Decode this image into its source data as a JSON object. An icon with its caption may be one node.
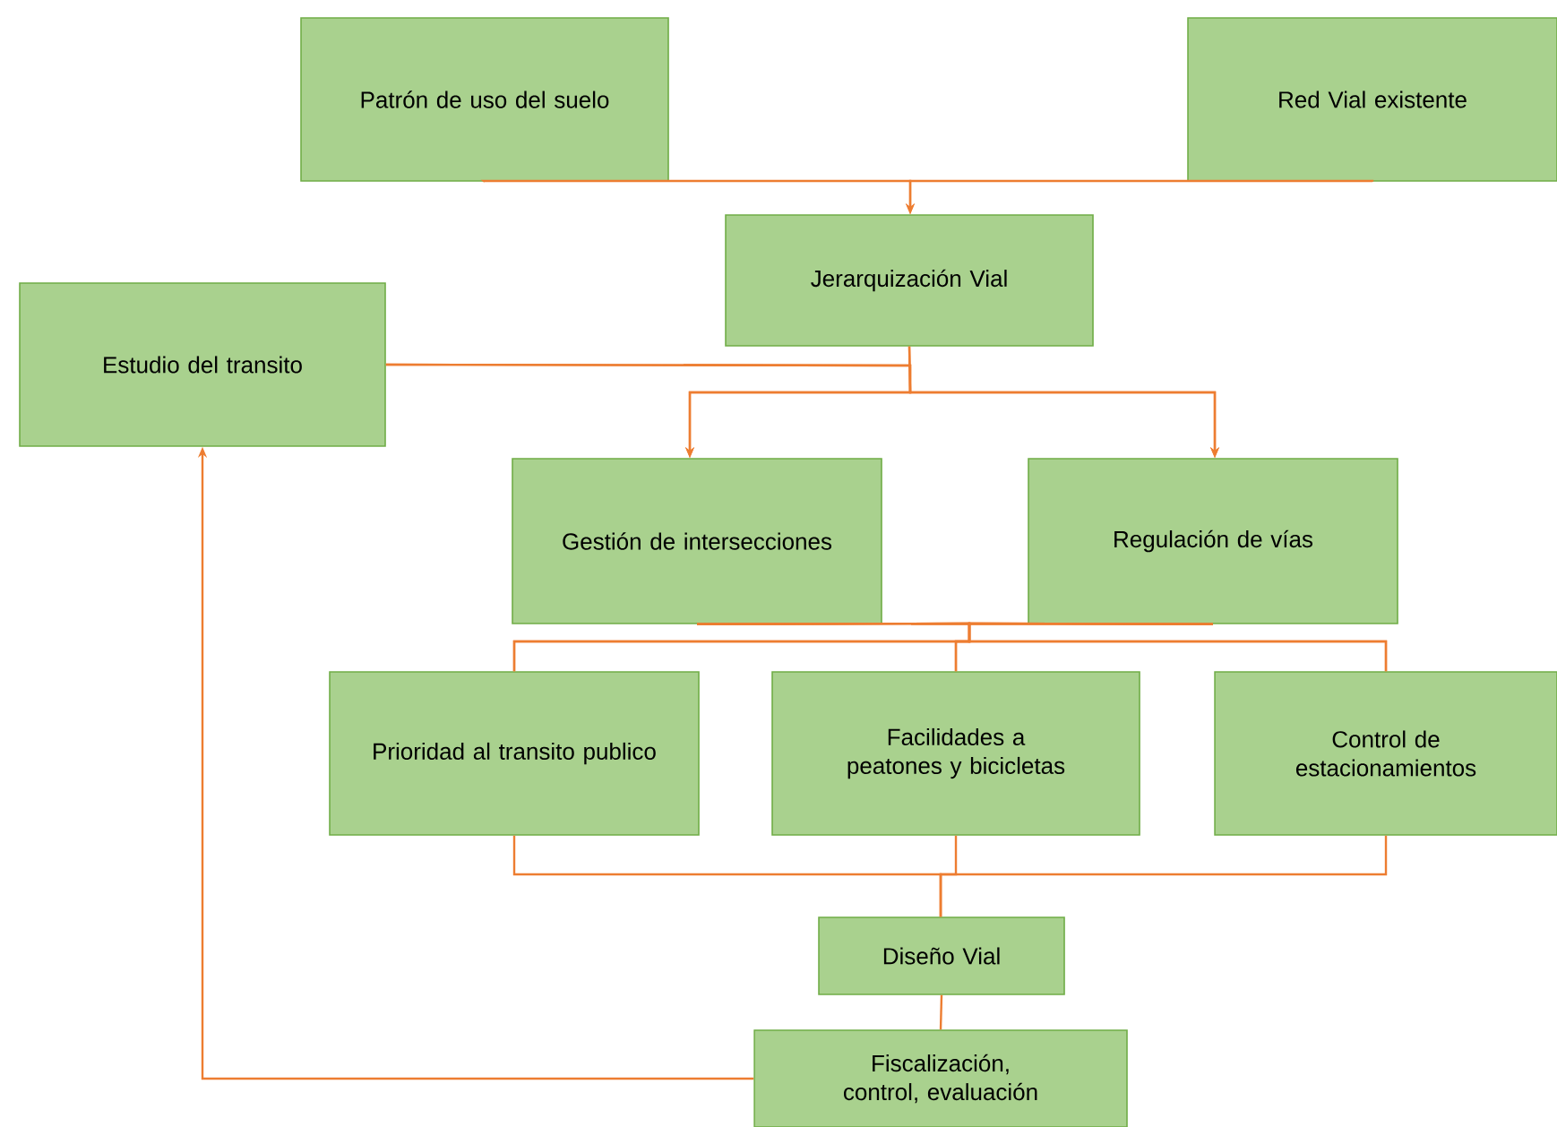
{
  "diagram": {
    "nodes": [
      {
        "text": [
          "Patrón de uso del suelo"
        ]
      },
      {
        "text": [
          "Red Vial existente"
        ]
      },
      {
        "text": [
          "Jerarquización Vial"
        ]
      },
      {
        "text": [
          "Estudio del transito"
        ]
      },
      {
        "text": [
          "Gestión de intersecciones"
        ]
      },
      {
        "text": [
          "Regulación de vías"
        ]
      },
      {
        "text": [
          "Prioridad al transito publico"
        ]
      },
      {
        "text": [
          "Facilidades a peatones y bicicletas"
        ]
      },
      {
        "text": [
          "Control de estacionamientos"
        ]
      },
      {
        "text": [
          "Diseño Vial"
        ]
      },
      {
        "text": [
          "Fiscalización, control, evaluación"
        ]
      }
    ],
    "edges": [
      {
        "from": 0,
        "to": 2,
        "arrow": "to"
      },
      {
        "from": 1,
        "to": 2,
        "arrow": "to"
      },
      {
        "from": 3,
        "to": 4,
        "arrow": "to"
      },
      {
        "from": 3,
        "to": 5,
        "arrow": "to"
      },
      {
        "from": 2,
        "to": 4,
        "arrow": "to"
      },
      {
        "from": 2,
        "to": 5,
        "arrow": "to"
      },
      {
        "from": 4,
        "to": 6,
        "arrow": "none"
      },
      {
        "from": 4,
        "to": 7,
        "arrow": "none"
      },
      {
        "from": 4,
        "to": 8,
        "arrow": "none"
      },
      {
        "from": 5,
        "to": 6,
        "arrow": "none"
      },
      {
        "from": 5,
        "to": 7,
        "arrow": "none"
      },
      {
        "from": 5,
        "to": 8,
        "arrow": "none"
      },
      {
        "from": 6,
        "to": 9,
        "arrow": "none"
      },
      {
        "from": 7,
        "to": 9,
        "arrow": "none"
      },
      {
        "from": 8,
        "to": 9,
        "arrow": "none"
      },
      {
        "from": 9,
        "to": 10,
        "arrow": "none"
      },
      {
        "from": 10,
        "to": 3,
        "arrow": "to"
      }
    ]
  }
}
